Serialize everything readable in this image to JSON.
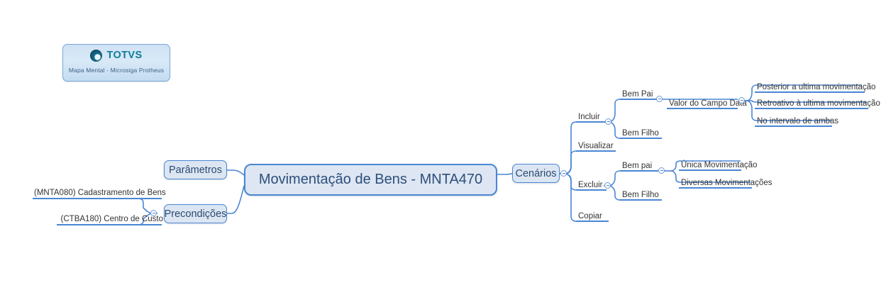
{
  "document": {
    "type": "mind-map",
    "title": "Movimentação de Bens - MNTA470"
  },
  "logo": {
    "mark": "totvs-ring-icon",
    "wordmark": "TOTVS",
    "subtitle": "Mapa Mental - Microsiga Protheus"
  },
  "root": {
    "label": "Movimentação de Bens - MNTA470"
  },
  "left_branches": [
    {
      "label": "Parâmetros",
      "children": []
    },
    {
      "label": "Precondições",
      "children": [
        {
          "label": "(MNTA080) Cadastramento de Bens"
        },
        {
          "label": "(CTBA180) Centro de Custo"
        }
      ]
    }
  ],
  "right_branches": [
    {
      "label": "Cenários",
      "children": [
        {
          "label": "Incluir",
          "children": [
            {
              "label": "Bem Pai",
              "children": [
                {
                  "label": "Valor do Campo Data",
                  "children": [
                    {
                      "label": "Posterior a ultima movimentação"
                    },
                    {
                      "label": "Retroativo à ultima movimentação"
                    },
                    {
                      "label": "No intervalo de ambas"
                    }
                  ]
                }
              ]
            },
            {
              "label": "Bem Filho",
              "children": []
            }
          ]
        },
        {
          "label": "Visualizar",
          "children": []
        },
        {
          "label": "Excluir",
          "children": [
            {
              "label": "Bem pai",
              "children": [
                {
                  "label": "Única Movimentação"
                },
                {
                  "label": "Diversas Movimentações"
                }
              ]
            },
            {
              "label": "Bem Filho",
              "children": []
            }
          ]
        },
        {
          "label": "Copiar",
          "children": []
        }
      ]
    }
  ],
  "colors": {
    "node_fill": "#dce6f2",
    "node_border": "#4a86d4",
    "node_text": "#2a4a72",
    "link": "#4a86d4",
    "underline": "#4a86d4",
    "leaf_text": "#333333",
    "logo_teal": "#0f7d9c",
    "background": "#ffffff"
  }
}
